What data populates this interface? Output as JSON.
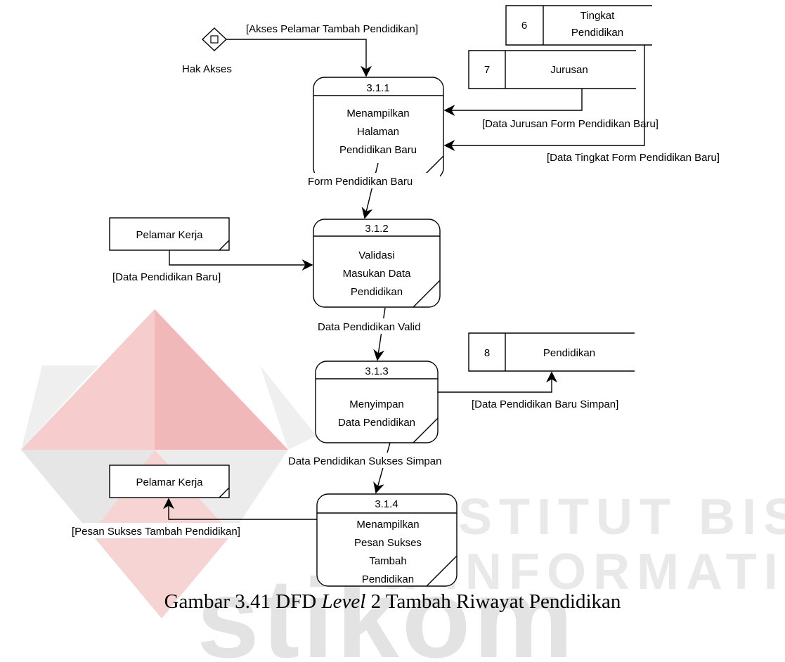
{
  "watermark": {
    "line1": "INSTITUT BISNIS",
    "line2": "& INFORMATIKA",
    "line3": "stikom"
  },
  "external_entities": {
    "hak_akses": "Hak Akses",
    "pelamar_kerja_1": "Pelamar Kerja",
    "pelamar_kerja_2": "Pelamar Kerja"
  },
  "data_stores": [
    {
      "number": "6",
      "name_line1": "Tingkat",
      "name_line2": "Pendidikan"
    },
    {
      "number": "7",
      "name": "Jurusan"
    },
    {
      "number": "8",
      "name": "Pendidikan"
    }
  ],
  "processes": [
    {
      "id": "3.1.1",
      "lines": [
        "Menampilkan",
        "Halaman",
        "Pendidikan Baru"
      ]
    },
    {
      "id": "3.1.2",
      "lines": [
        "Validasi",
        "Masukan Data",
        "Pendidikan"
      ]
    },
    {
      "id": "3.1.3",
      "lines": [
        "Menyimpan",
        "Data Pendidikan"
      ]
    },
    {
      "id": "3.1.4",
      "lines": [
        "Menampilkan",
        "Pesan Sukses",
        "Tambah",
        "Pendidikan"
      ]
    }
  ],
  "flows": {
    "akses": "[Akses Pelamar Tambah Pendidikan]",
    "jurusan": "[Data Jurusan Form Pendidikan Baru]",
    "tingkat": "[Data Tingkat Form Pendidikan Baru]",
    "form": "Form Pendidikan Baru",
    "data_baru": "[Data Pendidikan Baru]",
    "valid": "Data Pendidikan Valid",
    "simpan": "[Data Pendidikan Baru Simpan]",
    "sukses": "Data Pendidikan Sukses Simpan",
    "pesan": "[Pesan Sukses Tambah Pendidikan]"
  },
  "caption": {
    "prefix": "Gambar 3.41 DFD ",
    "italic": "Level",
    "suffix": " 2 Tambah Riwayat Pendidikan"
  },
  "colors": {
    "watermark_red": "#f3c4c4",
    "watermark_gray": "#e6e6e6",
    "line": "#000000"
  }
}
